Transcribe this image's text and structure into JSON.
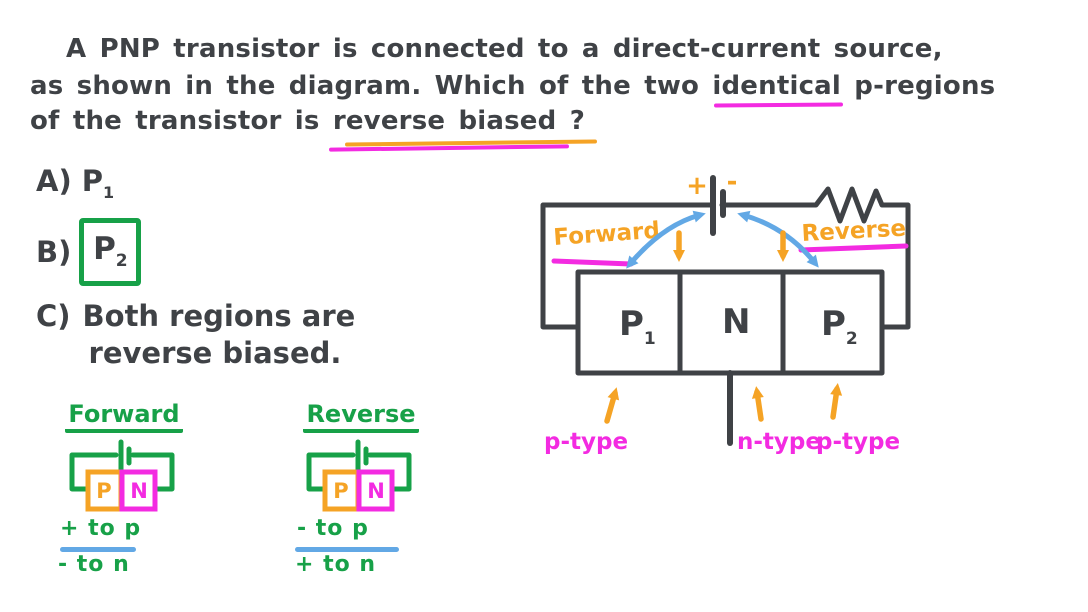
{
  "question": {
    "line1": "A PNP transistor is connected to a direct-current source,",
    "line2_pre": "as shown in the diagram. Which of the two ",
    "line2_highlight": "identical",
    "line2_post": " p-regions",
    "line3_pre": "of the transistor is ",
    "line3_highlight": "reverse biased ?"
  },
  "options": [
    {
      "label": "A)",
      "value": "P",
      "sub": "1"
    },
    {
      "label": "B)",
      "value": "P",
      "sub": "2"
    },
    {
      "label": "C)",
      "line1": "Both regions are",
      "line2": "reverse biased."
    }
  ],
  "bias_key": [
    {
      "title": "Forward",
      "p_label": "P",
      "n_label": "N",
      "rule_top": "+ to p",
      "rule_bottom": "- to n"
    },
    {
      "title": "Reverse",
      "p_label": "P",
      "n_label": "N",
      "rule_top": "- to p",
      "rule_bottom": "+ to n"
    }
  ],
  "circuit": {
    "battery_plus": "+",
    "battery_minus": "-",
    "forward_label": "Forward",
    "reverse_label": "Reverse",
    "regions": [
      {
        "label": "P",
        "sub": "1"
      },
      {
        "label": "N",
        "sub": ""
      },
      {
        "label": "P",
        "sub": "2"
      }
    ],
    "bottom_labels": [
      "p-type",
      "n-type",
      "p-type"
    ]
  },
  "colors": {
    "ink": "#3F4246",
    "orange": "#F5A325",
    "magenta": "#F32BE1",
    "green": "#17A148",
    "blue": "#62A8E5"
  }
}
